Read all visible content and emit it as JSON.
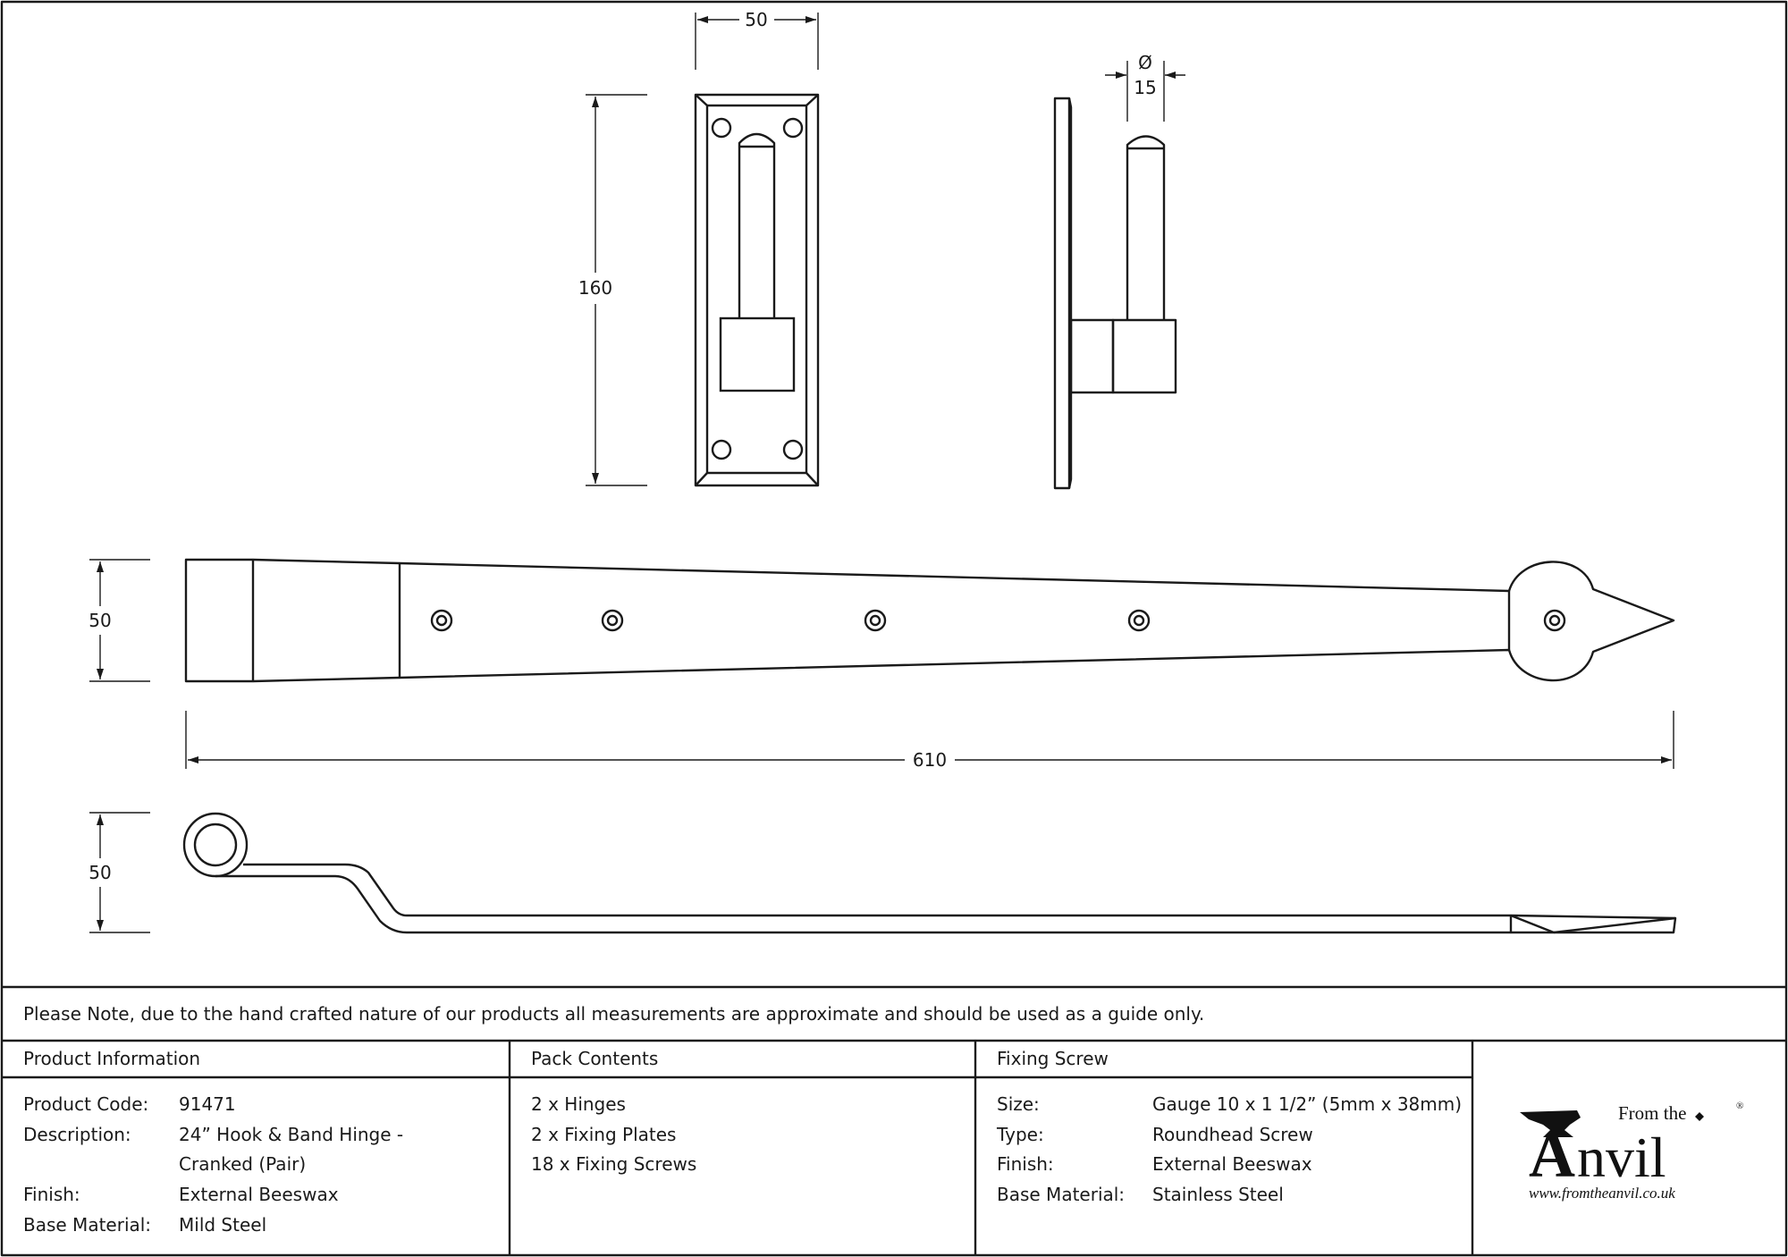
{
  "dimensions": {
    "plate_width": "50",
    "plate_height": "160",
    "pin_diameter_symbol": "Ø",
    "pin_diameter": "15",
    "band_width": "50",
    "band_length": "610",
    "crank_height": "50"
  },
  "note": "Please Note, due to the hand crafted nature of our products all measurements are approximate and should be used as a guide only.",
  "product_information": {
    "header": "Product Information",
    "rows": [
      {
        "label": "Product Code:",
        "value": "91471"
      },
      {
        "label": "Description:",
        "value": "24” Hook & Band Hinge -"
      },
      {
        "label": "",
        "value": "Cranked (Pair)"
      },
      {
        "label": "Finish:",
        "value": "External Beeswax"
      },
      {
        "label": "Base Material:",
        "value": "Mild Steel"
      }
    ]
  },
  "pack_contents": {
    "header": "Pack Contents",
    "items": [
      "2 x Hinges",
      "2 x Fixing Plates",
      "18 x Fixing Screws"
    ]
  },
  "fixing_screw": {
    "header": "Fixing Screw",
    "rows": [
      {
        "label": "Size:",
        "value": "Gauge 10 x 1 1/2” (5mm x 38mm)"
      },
      {
        "label": "Type:",
        "value": "Roundhead Screw"
      },
      {
        "label": "Finish:",
        "value": "External Beeswax"
      },
      {
        "label": "Base Material:",
        "value": "Stainless Steel"
      }
    ]
  },
  "logo": {
    "from_the": "From the",
    "brand_initial": "A",
    "brand_rest": "nvil",
    "registered": "®",
    "url": "www.fromtheanvil.co.uk"
  }
}
